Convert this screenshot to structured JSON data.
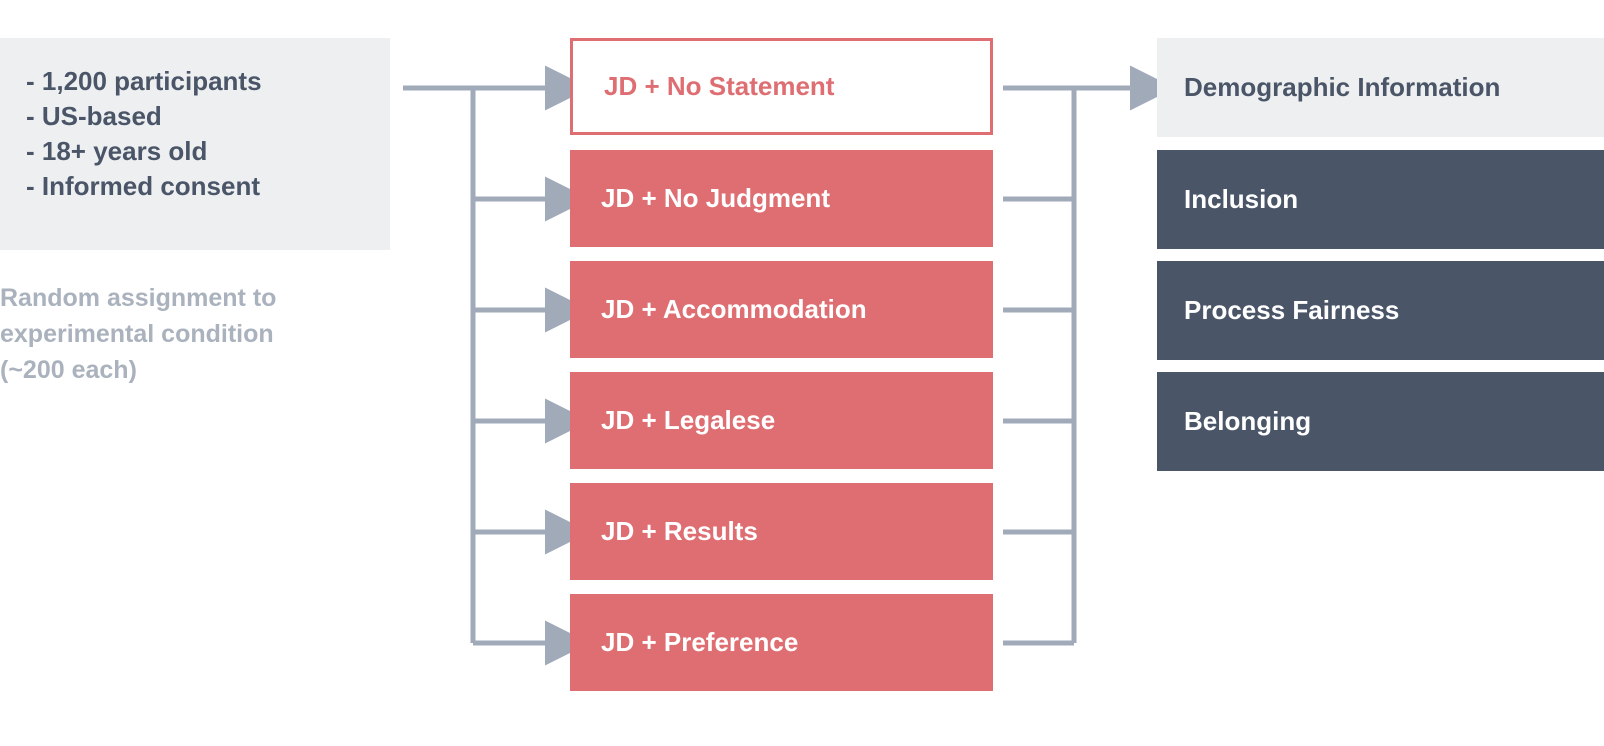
{
  "diagram": {
    "title": "Experimental design flow: random assignment of participants to job-description conditions and measured outcomes",
    "colors": {
      "condition_fill": "#de6e72",
      "condition_border": "#de6e72",
      "outcome_dark": "#4a5568",
      "panel_light": "#edeff1",
      "connector_gray": "#a0aab8",
      "muted_text": "#aab2bd",
      "dark_text": "#4a5568",
      "white": "#ffffff"
    }
  },
  "sample": {
    "lines": [
      "- 1,200 participants",
      "- US-based",
      "- 18+ years old",
      "- Informed consent"
    ]
  },
  "assignment_note": {
    "lines": [
      "Random assignment to",
      "experimental condition",
      "(~200 each)"
    ]
  },
  "conditions": [
    {
      "label": "JD + No Statement",
      "style": "outlined"
    },
    {
      "label": "JD + No Judgment",
      "style": "filled"
    },
    {
      "label": "JD + Accommodation",
      "style": "filled"
    },
    {
      "label": "JD + Legalese",
      "style": "filled"
    },
    {
      "label": "JD + Results",
      "style": "filled"
    },
    {
      "label": "JD + Preference",
      "style": "filled"
    }
  ],
  "outcomes": [
    {
      "label": "Demographic Information",
      "style": "light"
    },
    {
      "label": "Inclusion",
      "style": "dark"
    },
    {
      "label": "Process Fairness",
      "style": "dark"
    },
    {
      "label": "Belonging",
      "style": "dark"
    }
  ]
}
